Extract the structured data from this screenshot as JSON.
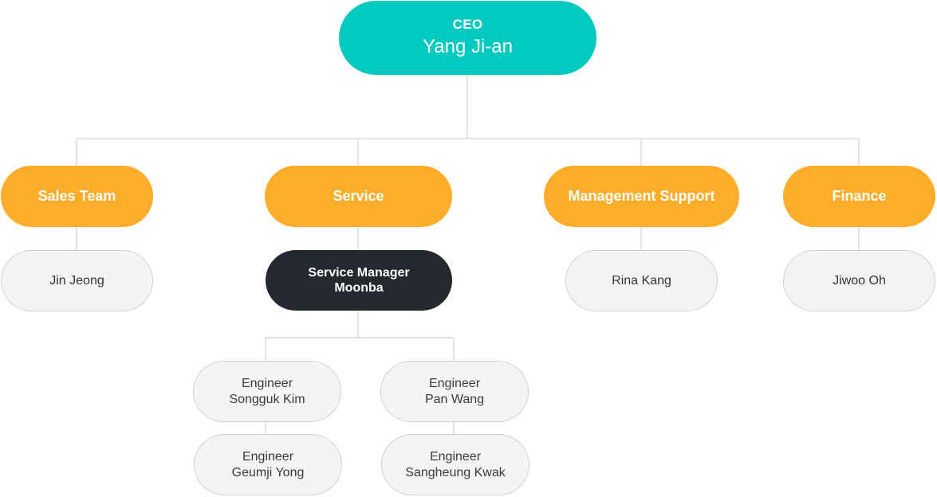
{
  "ceo": {
    "role": "CEO",
    "name": "Yang Ji-an"
  },
  "departments": [
    {
      "name": "Sales Team",
      "member": "Jin Jeong"
    },
    {
      "name": "Service",
      "manager": {
        "title": "Service Manager",
        "name": "Moonba"
      }
    },
    {
      "name": "Management Support",
      "member": "Rina Kang"
    },
    {
      "name": "Finance",
      "member": "Jiwoo Oh"
    }
  ],
  "engineers": [
    {
      "title": "Engineer",
      "name": "Songguk Kim"
    },
    {
      "title": "Engineer",
      "name": "Pan Wang"
    },
    {
      "title": "Engineer",
      "name": "Geumji Yong"
    },
    {
      "title": "Engineer",
      "name": "Sangheung Kwak"
    }
  ],
  "colors": {
    "ceo": "#00c9c0",
    "department": "#fdad2a",
    "manager": "#262830",
    "member": "#f4f4f4",
    "connector": "#c8c8c8"
  }
}
